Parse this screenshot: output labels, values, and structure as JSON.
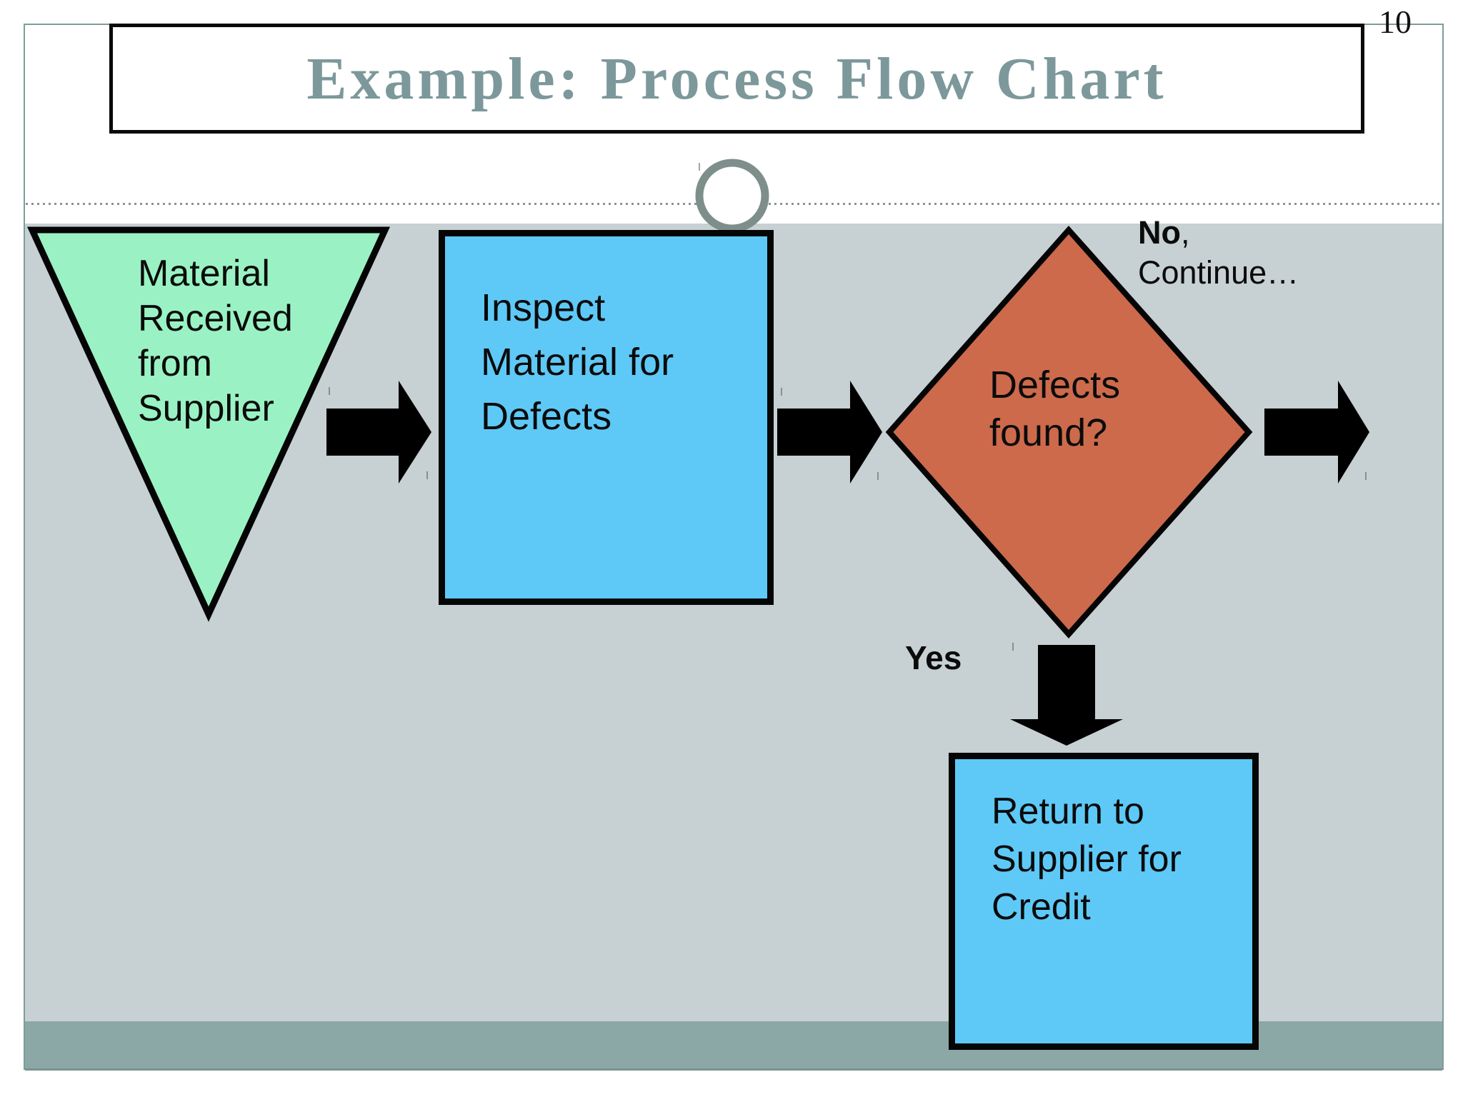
{
  "slide": {
    "page_number": "10",
    "title": "Example: Process Flow Chart"
  },
  "flowchart": {
    "start": {
      "shape": "inverted-triangle",
      "lines": [
        "Material",
        "Received",
        "from",
        "Supplier"
      ]
    },
    "inspect": {
      "shape": "process-box",
      "lines": [
        "Inspect",
        "Material for",
        "Defects"
      ]
    },
    "decision": {
      "shape": "diamond",
      "lines": [
        "Defects",
        "found?"
      ]
    },
    "branch_no": {
      "no": "No",
      "comma": ",",
      "line2": "Continue…"
    },
    "branch_yes": {
      "label": "Yes"
    },
    "return": {
      "shape": "process-box",
      "lines": [
        "Return to",
        "Supplier for",
        "Credit"
      ]
    }
  },
  "colors": {
    "title_text": "#7C989A",
    "slide_border": "#7E9C9C",
    "content_bg": "#C7D0D2",
    "bottom_band": "#8BA8A6",
    "triangle_fill": "#9AF2C4",
    "process_fill": "#5EC9F7",
    "decision_fill": "#CD6A4C",
    "arrow": "#000000",
    "circle_ring": "#7E8F8B",
    "dotted_line": "#8A9494"
  }
}
